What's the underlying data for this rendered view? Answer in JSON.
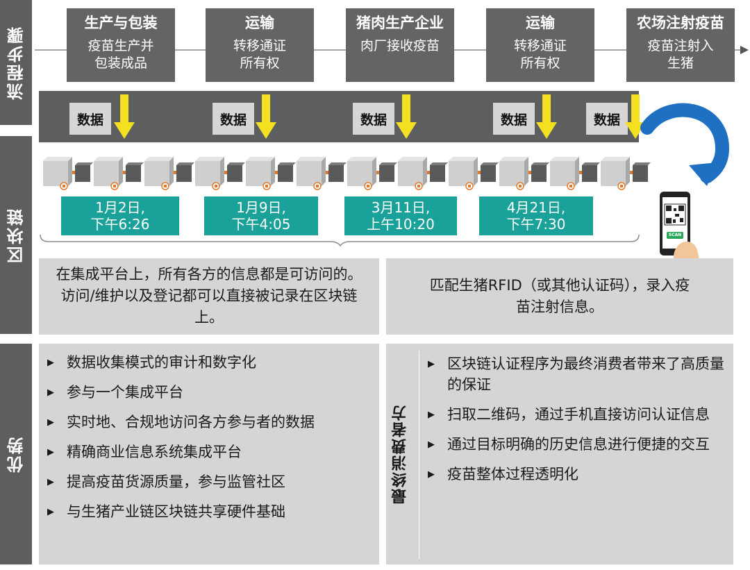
{
  "sections": {
    "process": "流程步骤",
    "blockchain": "区块链",
    "advantages": "优势"
  },
  "steps": [
    {
      "title": "生产与包装",
      "desc": "疫苗生产并\n包装成品"
    },
    {
      "title": "运输",
      "desc": "转移通证\n所有权"
    },
    {
      "title": "猪肉生产企业",
      "desc": "肉厂接收疫苗"
    },
    {
      "title": "运输",
      "desc": "转移通证\n所有权"
    },
    {
      "title": "农场注射疫苗",
      "desc": "疫苗注射入\n生猪"
    }
  ],
  "data_label": "数据",
  "scan_label": "SCAN",
  "timestamps": [
    "1月2日,\n下午6:26",
    "1月9日,\n下午4:05",
    "3月11日,\n上午10:20",
    "4月21日,\n下午7:30"
  ],
  "platform_note": "在集成平台上，所有各方的信息都是可访问的。访问/维护以及登记都可以直接被记录在区块链上。",
  "rfid_note": "匹配生猪RFID（或其他认证码），录入疫苗注射信息。",
  "advantages": [
    "数据收集模式的审计和数字化",
    "参与一个集成平台",
    "实时地、合规地访问各方参与者的数据",
    "精确商业信息系统集成平台",
    "提高疫苗货源质量，参与监管社区",
    "与生猪产业链区块链共享硬件基础"
  ],
  "consumer": {
    "label": "最终消费者方",
    "items": [
      "区块链认证程序为最终消费者带来了高质量的保证",
      "扫取二维码，通过手机直接访问认证信息",
      "通过目标明确的历史信息进行便捷的交互",
      "疫苗整体过程透明化"
    ]
  },
  "colors": {
    "dark_gray": "#5d5e60",
    "light_gray": "#d5d5d6",
    "teal": "#1aa29a",
    "yellow": "#f3e021",
    "blue_arrow": "#1f6fc2",
    "lock": "#e07b2e"
  }
}
